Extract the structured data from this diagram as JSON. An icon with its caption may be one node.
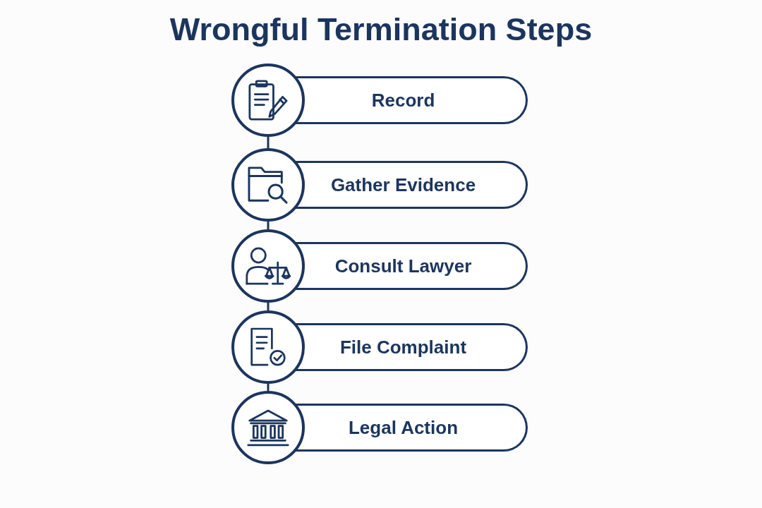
{
  "diagram": {
    "title": "Wrongful Termination Steps",
    "nodes": [
      {
        "text": [],
        "shape": "circle"
      },
      {
        "text": [
          "Record"
        ]
      },
      {
        "text": [],
        "shape": "circle"
      },
      {
        "text": [
          "Gather Evidence"
        ]
      },
      {
        "text": [],
        "shape": "circle"
      },
      {
        "text": [
          "Consult Lawyer"
        ]
      },
      {
        "text": [],
        "shape": "circle"
      },
      {
        "text": [
          "File Complaint"
        ]
      },
      {
        "text": [],
        "shape": "circle"
      },
      {
        "text": [
          "Legal Action"
        ]
      }
    ],
    "edges": [
      {
        "from": 0,
        "to": 2,
        "arrow": "none"
      },
      {
        "from": 2,
        "to": 4,
        "arrow": "none"
      },
      {
        "from": 4,
        "to": 6,
        "arrow": "none"
      },
      {
        "from": 6,
        "to": 8,
        "arrow": "none"
      }
    ]
  }
}
